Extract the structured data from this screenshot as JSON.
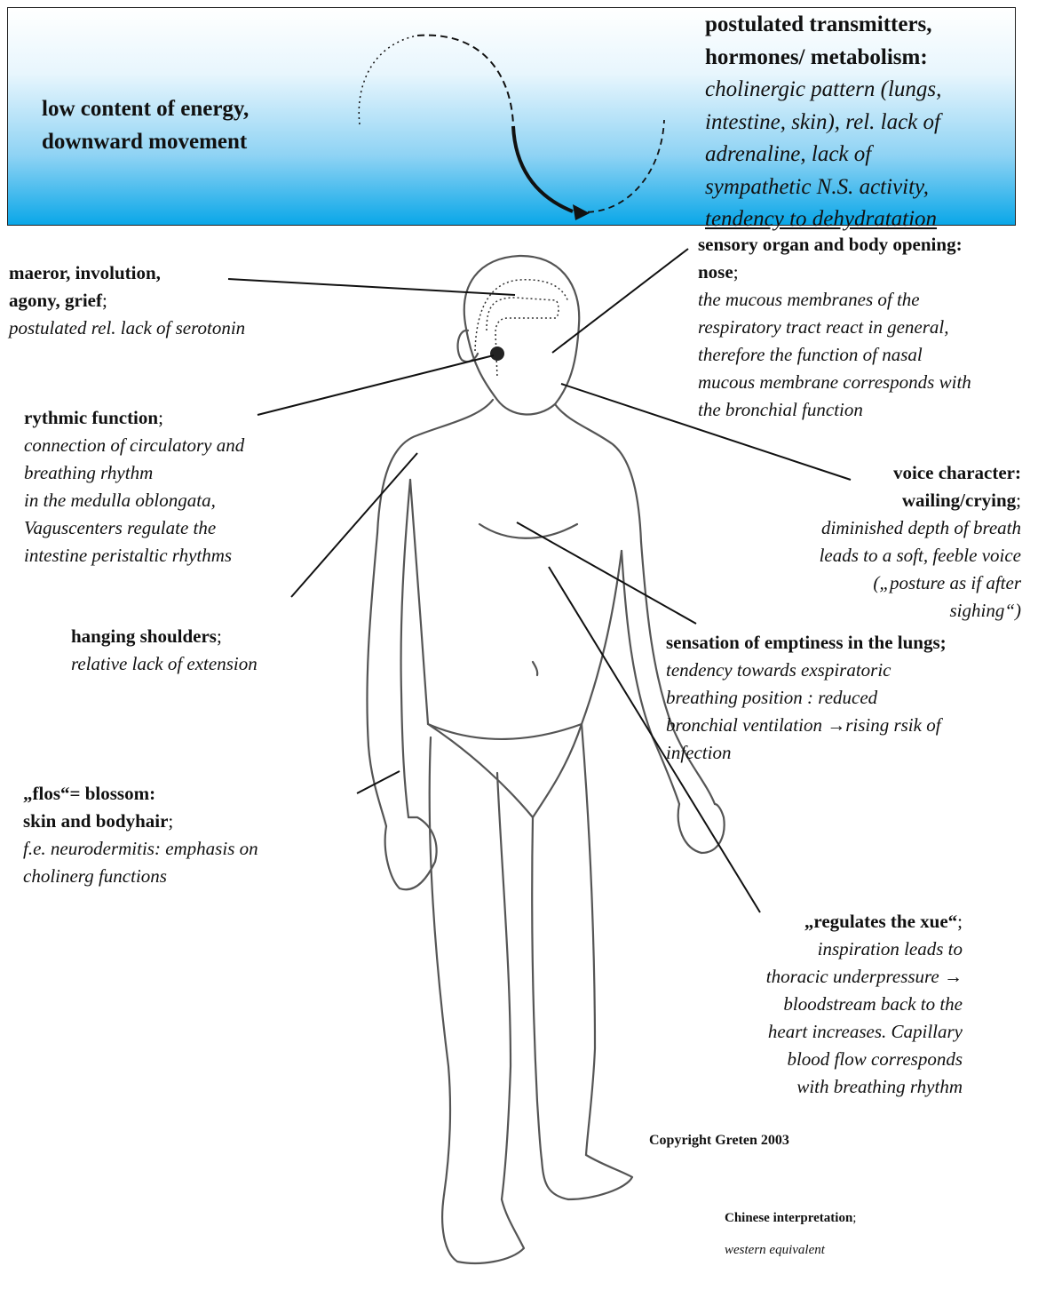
{
  "banner": {
    "left_text": [
      "low content of energy,",
      "downward  movement"
    ],
    "right_title": [
      "postulated transmitters,",
      "hormones/  metabolism:"
    ],
    "right_body": [
      "cholinergic pattern (lungs,",
      "intestine, skin), rel. lack of",
      "adrenaline, lack of",
      "sympathetic N.S. activity,",
      "tendency to dehydratation"
    ]
  },
  "labels": {
    "maeror": {
      "bold": [
        "maeror, involution,",
        "agony, grief"
      ],
      "suffix": ";",
      "italic": [
        "postulated rel. lack of serotonin"
      ]
    },
    "rhythmic": {
      "bold": [
        "rythmic function"
      ],
      "suffix": ";",
      "italic": [
        "connection of circulatory and",
        "breathing rhythm",
        "in the medulla oblongata,",
        "Vaguscenters regulate the",
        "intestine peristaltic rhythms"
      ]
    },
    "shoulders": {
      "bold": [
        "hanging shoulders"
      ],
      "suffix": ";",
      "italic": [
        "relative lack of extension"
      ]
    },
    "flos": {
      "bold": [
        "„flos“= blossom:",
        "skin and bodyhair"
      ],
      "suffix": ";",
      "italic": [
        "f.e. neurodermitis: emphasis on",
        "cholinerg functions"
      ]
    },
    "sensory": {
      "bold": [
        "sensory organ and body opening:",
        "nose"
      ],
      "suffix": ";",
      "italic": [
        "the mucous membranes of the",
        "respiratory tract react in general,",
        "therefore the function of nasal",
        "mucous membrane corresponds with",
        "the bronchial function"
      ]
    },
    "voice": {
      "bold": [
        "voice character:",
        "wailing/crying"
      ],
      "suffix": ";",
      "italic": [
        "diminished depth of breath",
        "leads to a soft, feeble  voice",
        "(„posture as if after",
        "sighing“)"
      ]
    },
    "emptiness": {
      "bold": [
        "sensation of emptiness in the lungs;"
      ],
      "suffix": "",
      "italic": [
        "tendency towards exspiratoric",
        "breathing position : reduced",
        "bronchial ventilation  →rising rsik of",
        "infection"
      ]
    },
    "xue": {
      "bold": [
        "„regulates the xue“"
      ],
      "suffix": ";",
      "italic": [
        "inspiration leads to",
        "thoracic underpressure →",
        "bloodstream back to the",
        "heart increases. Capillary",
        "blood flow  corresponds",
        "with breathing rhythm"
      ]
    }
  },
  "copyright": "Copyright Greten 2003",
  "legend": {
    "chinese": "Chinese interpretation",
    "chinese_suffix": ";",
    "western": "western equivalent"
  },
  "colors": {
    "banner_top": "#ffffff",
    "banner_bottom": "#0aa7e8",
    "ink": "#111111",
    "figure_stroke": "#555555"
  }
}
